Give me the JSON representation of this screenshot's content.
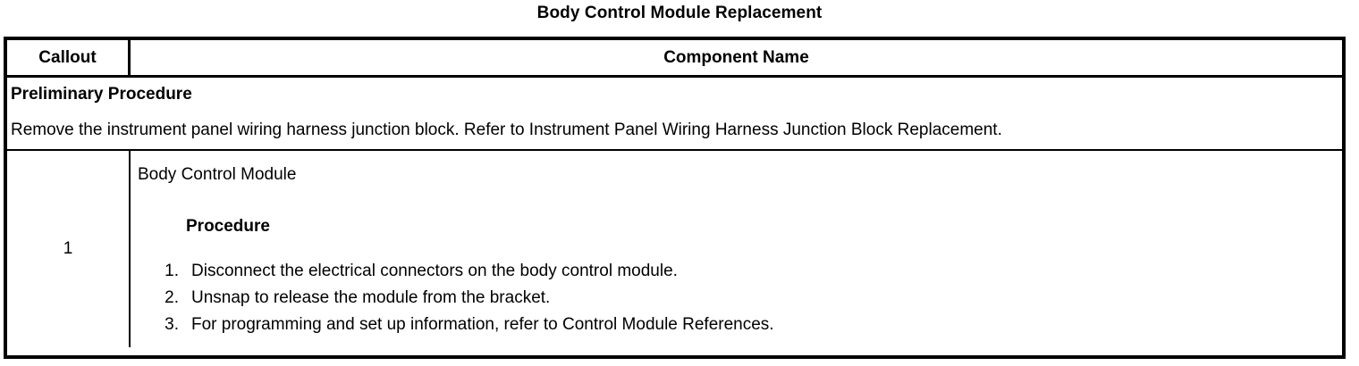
{
  "document": {
    "title": "Body Control Module Replacement"
  },
  "table": {
    "headers": {
      "callout": "Callout",
      "component_name": "Component Name"
    },
    "preliminary": {
      "heading": "Preliminary Procedure",
      "text": "Remove the instrument panel wiring harness junction block. Refer to Instrument Panel Wiring Harness Junction Block Replacement."
    },
    "rows": [
      {
        "callout": "1",
        "component_name": "Body Control Module",
        "procedure_heading": "Procedure",
        "steps": [
          {
            "number": "1.",
            "text": "Disconnect the electrical connectors on the body control module."
          },
          {
            "number": "2.",
            "text": "Unsnap to release the module from the bracket."
          },
          {
            "number": "3.",
            "text": "For programming and set up information, refer to Control Module References."
          }
        ]
      }
    ]
  }
}
